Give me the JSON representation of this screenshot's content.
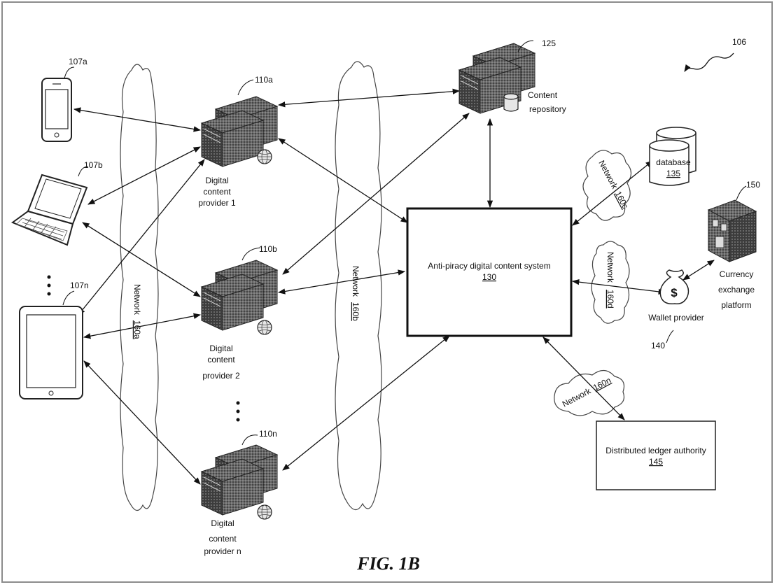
{
  "figure": {
    "ref": "106",
    "caption": "FIG. 1B"
  },
  "devices": {
    "phone": {
      "ref": "107a"
    },
    "laptop": {
      "ref": "107b"
    },
    "tablet": {
      "ref": "107n"
    }
  },
  "networks": {
    "a": {
      "word": "Network",
      "ref": "160a"
    },
    "b": {
      "word": "Network",
      "ref": "160b"
    },
    "c": {
      "word": "Network",
      "ref": "160c"
    },
    "d": {
      "word": "Network",
      "ref": "160d"
    },
    "n": {
      "word": "Network",
      "ref": "160n"
    }
  },
  "providers": {
    "p1": {
      "ref": "110a",
      "line1": "Digital",
      "line2": "content",
      "line3": "provider 1"
    },
    "p2": {
      "ref": "110b",
      "line1": "Digital",
      "line2": "content",
      "line3": "provider 2"
    },
    "pn": {
      "ref": "110n",
      "line1": "Digital",
      "line2": "content",
      "line3": "provider n"
    }
  },
  "repository": {
    "ref": "125",
    "line1": "Content",
    "line2": "repository"
  },
  "system": {
    "title": "Anti-piracy digital content system",
    "ref": "130"
  },
  "database": {
    "label": "database",
    "ref": "135"
  },
  "wallet": {
    "label": "Wallet provider",
    "ref": "140",
    "symbol": "$"
  },
  "ledger": {
    "title": "Distributed ledger authority",
    "ref": "145"
  },
  "exchange": {
    "ref": "150",
    "line1": "Currency",
    "line2": "exchange",
    "line3": "platform"
  },
  "ellipsis": "•\n•\n•"
}
